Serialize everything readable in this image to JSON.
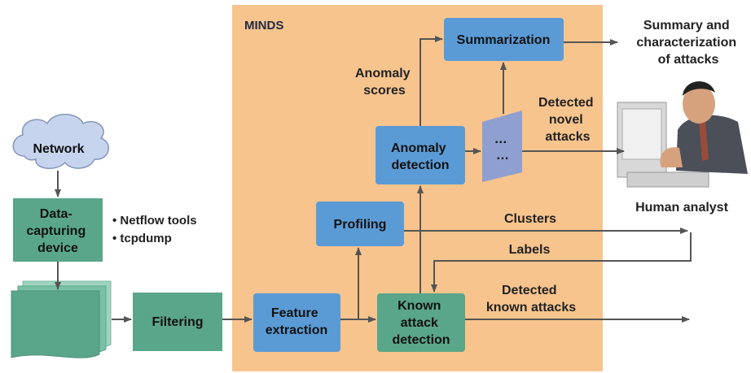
{
  "minds_title": "MINDS",
  "network": {
    "label": "Network"
  },
  "data_capture": {
    "lines": [
      "Data-",
      "capturing",
      "device"
    ]
  },
  "tools": [
    "• Netflow tools",
    "• tcpdump"
  ],
  "filtering": {
    "label": "Filtering"
  },
  "feature_extraction": {
    "lines": [
      "Feature",
      "extraction"
    ]
  },
  "profiling": {
    "label": "Profiling"
  },
  "known_attack_detection": {
    "lines": [
      "Known",
      "attack",
      "detection"
    ]
  },
  "anomaly_detection": {
    "lines": [
      "Anomaly",
      "detection"
    ]
  },
  "summarization": {
    "label": "Summarization"
  },
  "novel_box": {
    "dots": [
      "…",
      "…"
    ]
  },
  "labels": {
    "anomaly_scores": [
      "Anomaly",
      "scores"
    ],
    "detected_novel_attacks": [
      "Detected",
      "novel",
      "attacks"
    ],
    "summary": [
      "Summary and",
      "characterization",
      "of attacks"
    ],
    "human_analyst": "Human analyst",
    "clusters": "Clusters",
    "labels": "Labels",
    "detected_known_attacks": [
      "Detected",
      "known attacks"
    ]
  },
  "colors": {
    "minds_bg": "#f7c48e",
    "module_blue": "#5b9bd5",
    "green_box": "#5aa68a",
    "cloud": "#c6d4ee",
    "novel_box": "#8f9fd0",
    "arrow": "#555555"
  }
}
